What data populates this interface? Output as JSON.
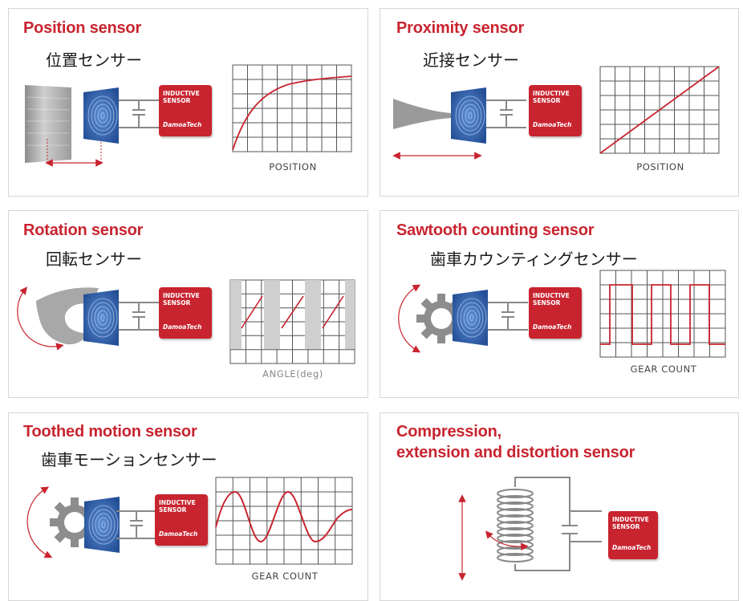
{
  "panels": [
    {
      "title": "Position sensor",
      "subtitle": "位置センサー",
      "caption": "POSITION"
    },
    {
      "title": "Proximity sensor",
      "subtitle": "近接センサー",
      "caption": "POSITION"
    },
    {
      "title": "Rotation sensor",
      "subtitle": "回転センサー",
      "caption": "ANGLE(deg)"
    },
    {
      "title": "Sawtooth counting sensor",
      "subtitle": "歯車カウンティングセンサー",
      "caption": "GEAR COUNT"
    },
    {
      "title": "Toothed motion sensor",
      "subtitle": "歯車モーションセンサー",
      "caption": "GEAR COUNT"
    },
    {
      "title_line1": "Compression,",
      "title_line2": "extension and distortion sensor"
    }
  ],
  "sensor_box": {
    "line1": "INDUCTIVE",
    "line2": "SENSOR",
    "brand": "DamoaTech"
  },
  "colors": {
    "accent": "#c8242f",
    "coil_blue": "#2f5ea8",
    "grid": "#555555",
    "gray": "#9a9a9a"
  }
}
